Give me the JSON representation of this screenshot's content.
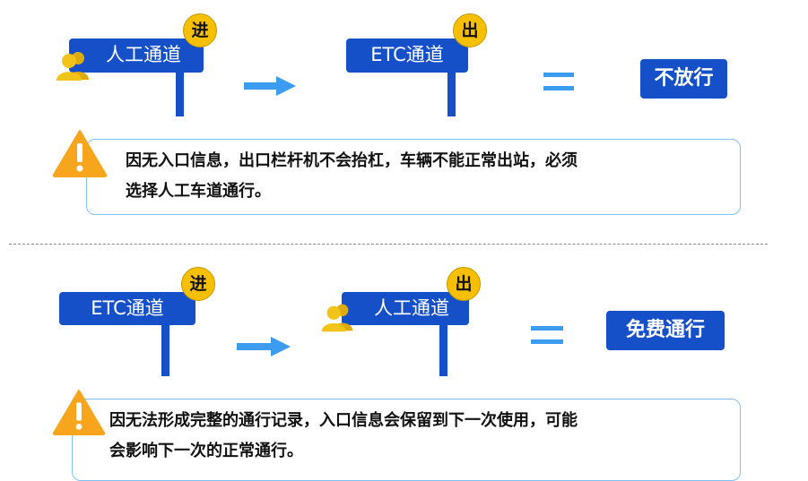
{
  "colors": {
    "sign_blue": "#1550c8",
    "badge_yellow": "#f6c000",
    "arrow_blue": "#3b9cf0",
    "warning_orange": "#f7a51c",
    "note_border": "#7ec2f2",
    "person_icon_yellow": "#f2c318"
  },
  "scenario1": {
    "entry_sign": "人工通道",
    "entry_badge": "进",
    "exit_sign": "ETC通道",
    "exit_badge": "出",
    "result": "不放行",
    "note_line1": "因无入口信息，出口栏杆机不会抬杠，车辆不能正常出站，必须",
    "note_line2": "选择人工车道通行。",
    "icons": [
      "person-icon",
      "right-arrow-icon",
      "equals-icon",
      "warning-icon"
    ]
  },
  "scenario2": {
    "entry_sign": "ETC通道",
    "entry_badge": "进",
    "exit_sign": "人工通道",
    "exit_badge": "出",
    "result": "免费通行",
    "note_line1": "因无法形成完整的通行记录，入口信息会保留到下一次使用，可能",
    "note_line2": "会影响下一次的正常通行。",
    "icons": [
      "person-icon",
      "right-arrow-icon",
      "equals-icon",
      "warning-icon"
    ]
  }
}
